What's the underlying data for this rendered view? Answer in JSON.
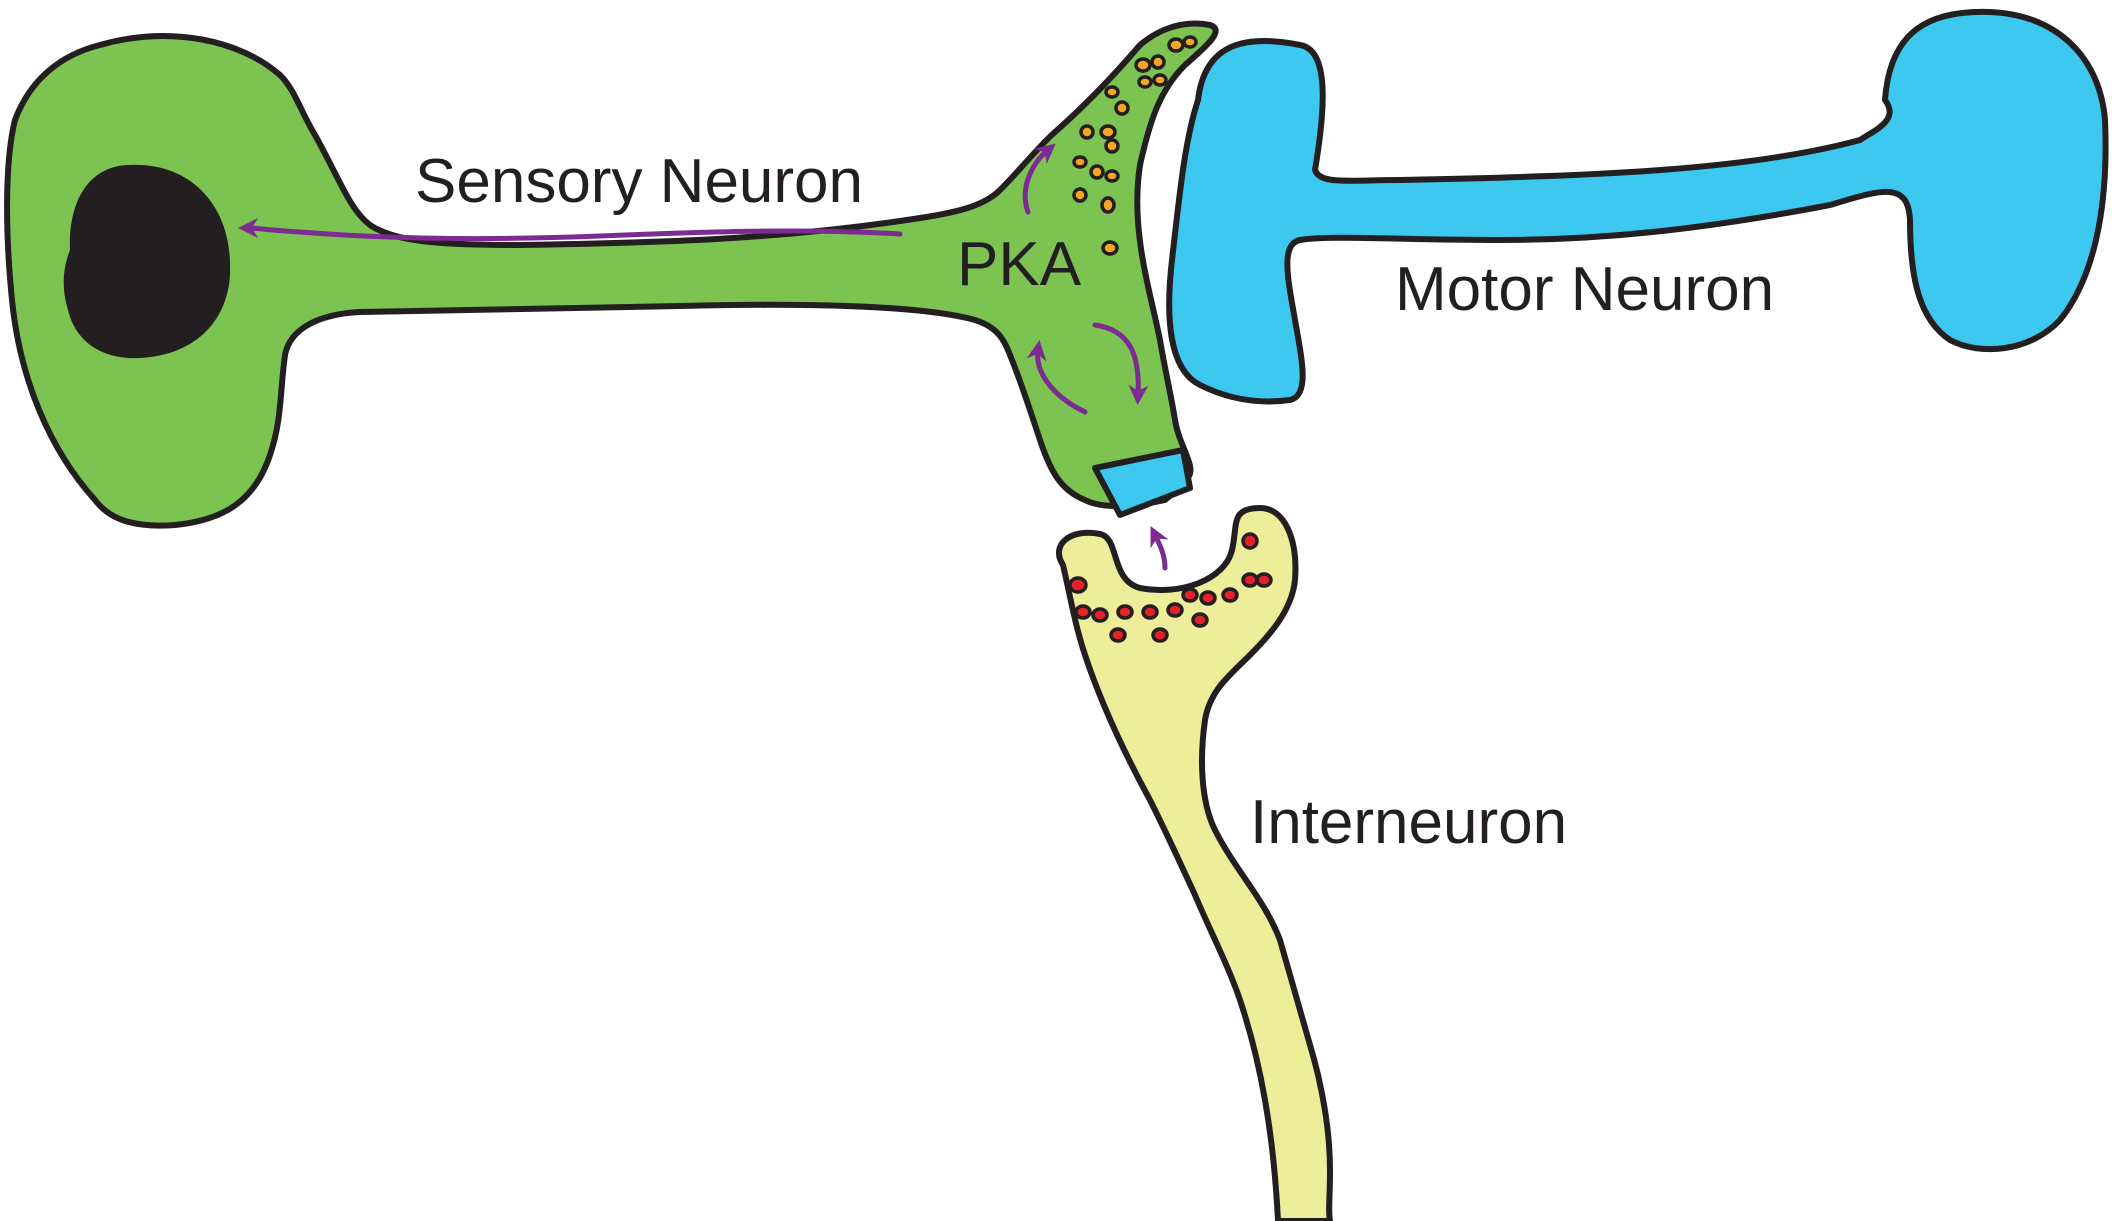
{
  "labels": {
    "sensory_neuron": "Sensory Neuron",
    "motor_neuron": "Motor Neuron",
    "interneuron": "Interneuron",
    "pka": "PKA"
  },
  "colors": {
    "sensory_neuron_fill": "#7dc352",
    "motor_neuron_fill": "#3cc8ef",
    "interneuron_fill": "#eeee9a",
    "nucleus_fill": "#231f20",
    "outline": "#231f20",
    "signal_arrow": "#7b2b92",
    "sensory_vesicle": "#f6a623",
    "interneuron_vesicle": "#e8202a",
    "receptor_fill": "#3cc8ef"
  }
}
